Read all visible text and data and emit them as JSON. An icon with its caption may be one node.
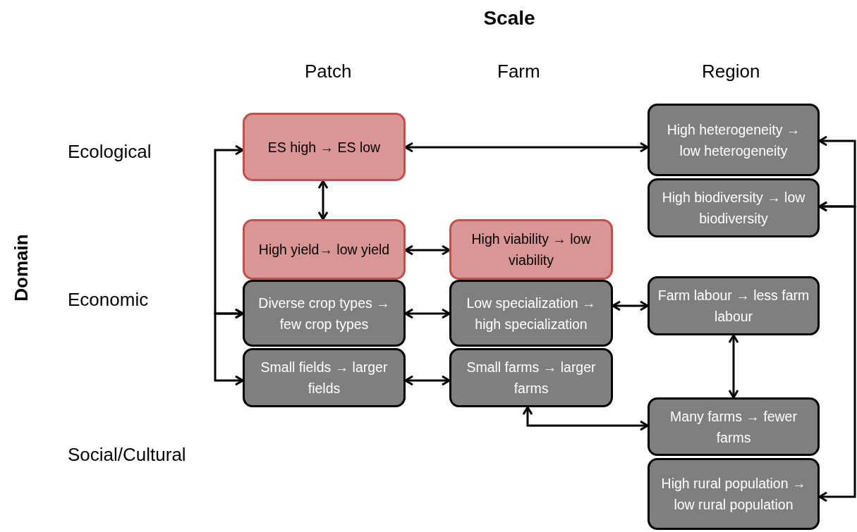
{
  "diagram": {
    "title": "Scale",
    "nodes": [
      {
        "text": [
          "ES high → ES low"
        ]
      },
      {
        "text": [
          "High heterogeneity → low heterogeneity"
        ]
      },
      {
        "text": [
          "High biodiversity → low biodiversity"
        ]
      },
      {
        "text": [
          "High yield→ low yield"
        ]
      },
      {
        "text": [
          "High viability → low viability"
        ]
      },
      {
        "text": [
          "Diverse crop types → few crop types"
        ]
      },
      {
        "text": [
          "Low specialization → high specialization"
        ]
      },
      {
        "text": [
          "Farm labour → less farm labour"
        ]
      },
      {
        "text": [
          "Small fields → larger fields"
        ]
      },
      {
        "text": [
          "Small farms → larger farms"
        ]
      },
      {
        "text": [
          "Many farms → fewer farms"
        ]
      },
      {
        "text": [
          "High rural population → low rural population"
        ]
      }
    ],
    "edges": [
      {
        "from": 0,
        "to": 1,
        "arrow": "both"
      },
      {
        "from": 0,
        "to": 3,
        "arrow": "both"
      },
      {
        "from": 3,
        "to": 4,
        "arrow": "both"
      },
      {
        "from": 5,
        "to": 6,
        "arrow": "both"
      },
      {
        "from": 6,
        "to": 7,
        "arrow": "both"
      },
      {
        "from": 7,
        "to": 10,
        "arrow": "both"
      },
      {
        "from": 8,
        "to": 9,
        "arrow": "both"
      },
      {
        "from": 9,
        "to": 10,
        "arrow": "both"
      },
      {
        "from": 0,
        "to": 5,
        "arrow": "both"
      },
      {
        "from": 5,
        "to": 8,
        "arrow": "both"
      },
      {
        "from": 1,
        "to": 2,
        "arrow": "both"
      },
      {
        "from": 2,
        "to": 11,
        "arrow": "both"
      }
    ],
    "labels": [
      "Patch",
      "Farm",
      "Region",
      "Domain",
      "Ecological",
      "Economic",
      "Social/Cultural"
    ]
  }
}
